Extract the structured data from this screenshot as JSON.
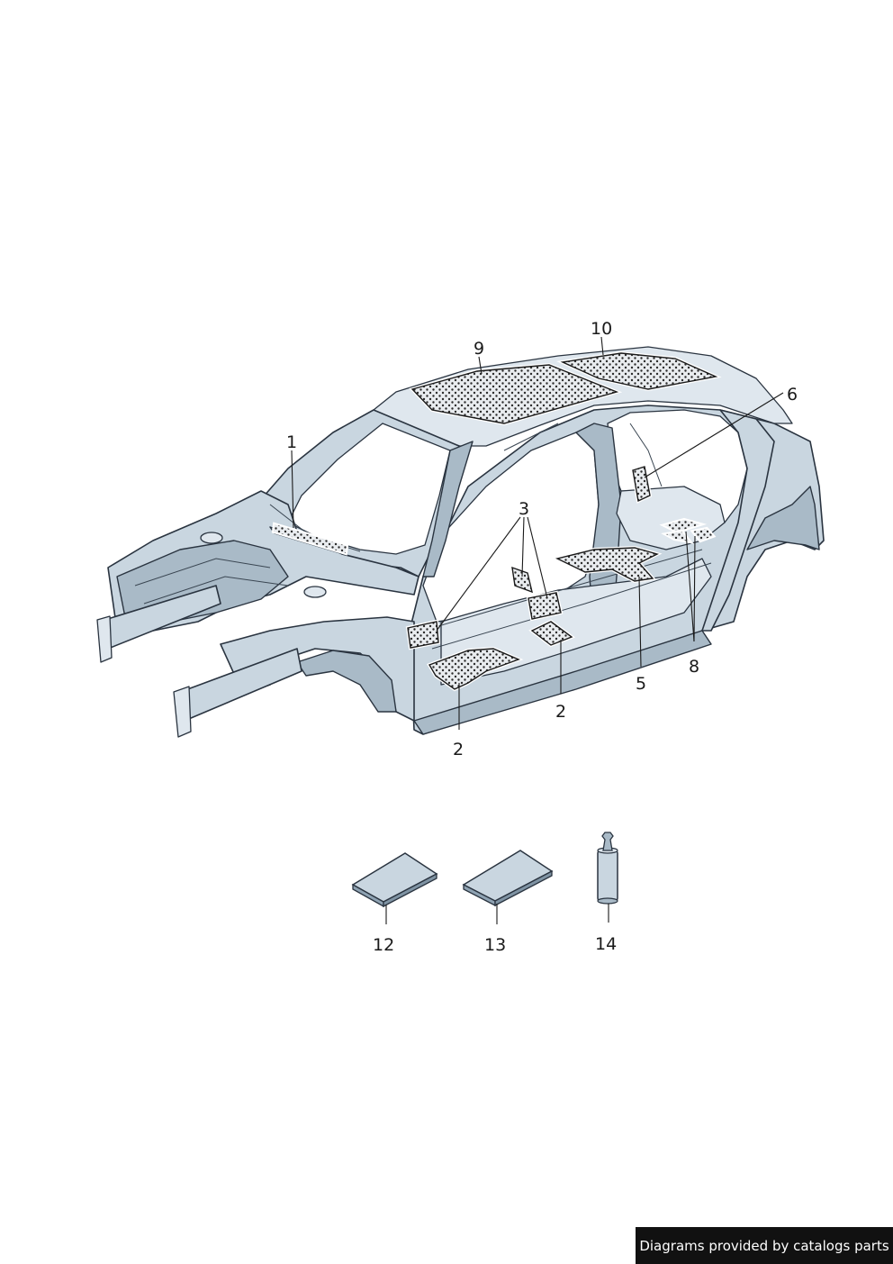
{
  "callouts": {
    "c1": "1",
    "c2a": "2",
    "c2b": "2",
    "c3": "3",
    "c5": "5",
    "c6": "6",
    "c8": "8",
    "c9": "9",
    "c10": "10",
    "c12": "12",
    "c13": "13",
    "c14": "14"
  },
  "credit": "Diagrams provided by catalogs parts",
  "colors": {
    "body": "#c9d6e0",
    "outline": "#2a3440",
    "pad_dots": "#2b2b2b",
    "credit_bg": "#111111"
  }
}
